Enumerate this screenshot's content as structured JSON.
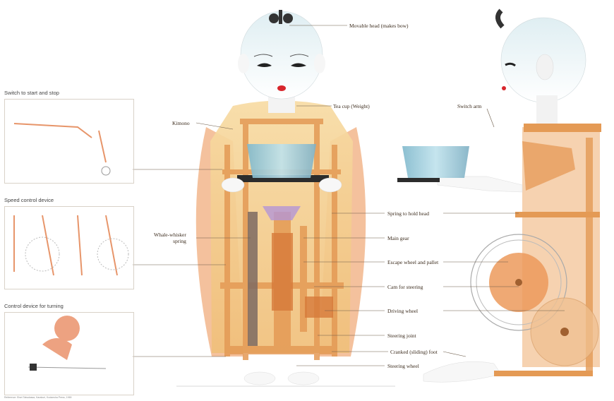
{
  "panels": [
    {
      "title": "Switch to start and stop"
    },
    {
      "title": "Speed control device"
    },
    {
      "title": "Control device for turning"
    }
  ],
  "labels": {
    "movable_head": "Movable head (makes bow)",
    "kimono": "Kimono",
    "tea_cup": "Tea cup (Weight)",
    "switch_arm": "Switch arm",
    "spring_hold_head": "Spring to hold head",
    "whale_whisker": "Whale-whisker\nspring",
    "main_gear": "Main gear",
    "escape_wheel": "Escape wheel and pallet",
    "cam_steering": "Cam for steering",
    "driving_wheel": "Driving wheel",
    "steering_joint": "Steering joint",
    "cranked_foot": "Cranked (sliding) foot",
    "steering_wheel": "Steering wheel"
  },
  "reference": "Reference: Eisei Tatsukawa, Karakuri, Kodansha Press, 1969",
  "colors": {
    "wood": "#e8a060",
    "wood_light": "#f5c89a",
    "kimono": "#f3cf8e",
    "sleeve": "#f0b48a",
    "cup": "#9cc8d8",
    "skin": "#f7f7f7",
    "leader": "#6b5a48"
  }
}
